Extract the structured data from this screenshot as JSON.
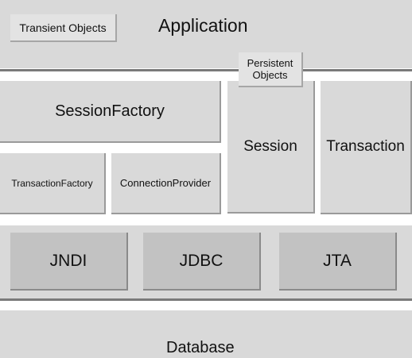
{
  "application": {
    "title": "Application",
    "transient_objects": "Transient Objects",
    "persistent_objects": "Persistent\nObjects"
  },
  "hibernate": {
    "session_factory": "SessionFactory",
    "transaction_factory": "TransactionFactory",
    "connection_provider": "ConnectionProvider",
    "session": "Session",
    "transaction": "Transaction"
  },
  "services": {
    "jndi": "JNDI",
    "jdbc": "JDBC",
    "jta": "JTA"
  },
  "database": {
    "title": "Database"
  },
  "colors": {
    "band": "#d9d9d9",
    "service_box": "#c2c2c2",
    "separator": "#7a7a7a"
  }
}
